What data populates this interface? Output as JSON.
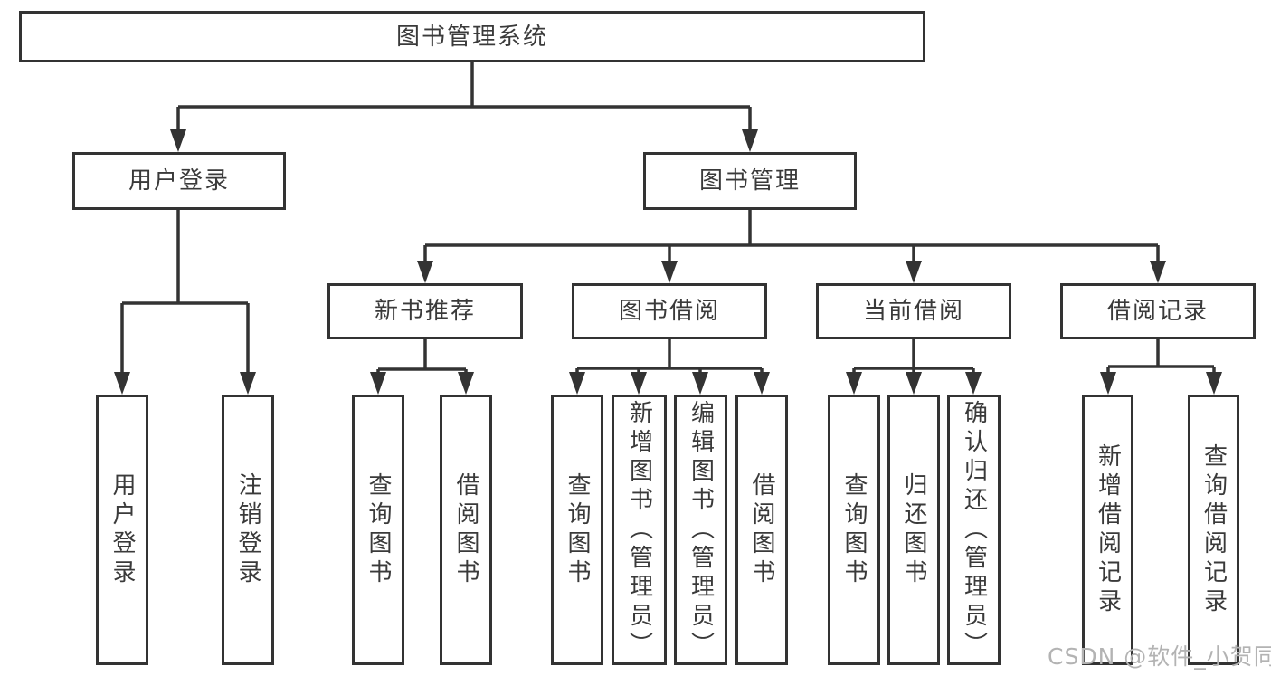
{
  "diagram": {
    "root": "图书管理系统",
    "level2": {
      "user_login": "用户登录",
      "book_management": "图书管理"
    },
    "level3": {
      "new_book_recommend": "新书推荐",
      "book_borrowing": "图书借阅",
      "current_borrowing": "当前借阅",
      "borrowing_records": "借阅记录"
    },
    "leaves": {
      "user_login": "用户登录",
      "logout": "注销登录",
      "recommend_query_books": "查询图书",
      "recommend_borrow_books": "借阅图书",
      "borrowing_query_books": "查询图书",
      "borrowing_add_books": "新增图书（管理员）",
      "borrowing_edit_books": "编辑图书（管理员）",
      "borrowing_borrow_books": "借阅图书",
      "current_query_books": "查询图书",
      "current_return_books": "归还图书",
      "current_confirm_return": "确认归还（管理员）",
      "records_add_record": "新增借阅记录",
      "records_query_record": "查询借阅记录"
    }
  },
  "watermark": "CSDN @软件_小贺同学",
  "colors": {
    "line": "#333333",
    "box_border": "#333333",
    "text": "#3a3a3a",
    "watermark": "#b3b3b3",
    "background": "#ffffff"
  }
}
